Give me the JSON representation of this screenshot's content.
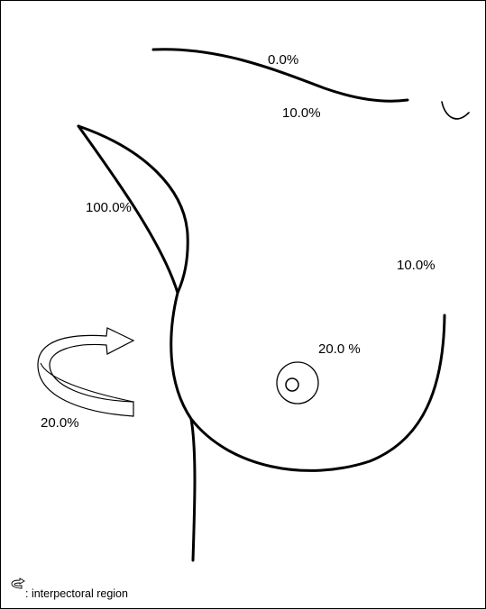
{
  "diagram": {
    "labels": {
      "upper_outer_top": "0.0%",
      "upper_outer_bottom": "10.0%",
      "axillary": "100.0%",
      "medial": "10.0%",
      "nipple": "20.0 %",
      "interpectoral": "20.0%"
    },
    "legend": {
      "icon": "curved-arrow-icon",
      "text": ": interpectoral region"
    },
    "colors": {
      "line": "#000000",
      "background": "#ffffff"
    }
  }
}
